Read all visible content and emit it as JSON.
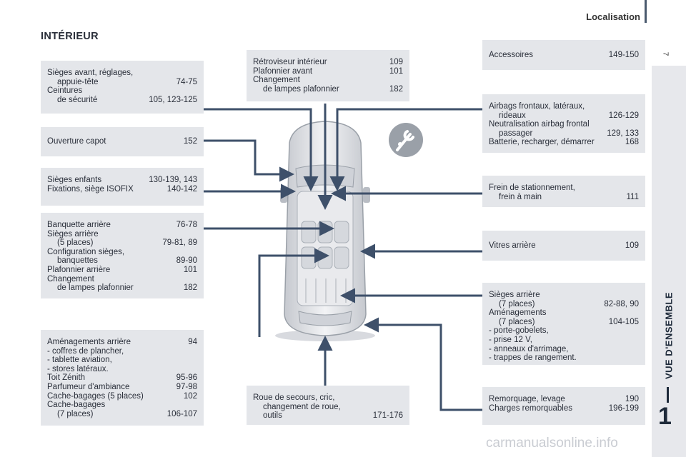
{
  "header": {
    "title": "Localisation"
  },
  "page_title": "INTÉRIEUR",
  "page_number": "7",
  "section": "VUE D'ENSEMBLE",
  "chapter": "1",
  "watermark": "carmanualsonline.info",
  "boxes": {
    "seats_front": [
      {
        "label": "Sièges avant, réglages,",
        "value": ""
      },
      {
        "label": "appuie-tête",
        "value": "74-75",
        "indent": true
      },
      {
        "label": "Ceintures",
        "value": ""
      },
      {
        "label": "de sécurité",
        "value": "105, 123-125",
        "indent": true
      }
    ],
    "hood": [
      {
        "label": "Ouverture capot",
        "value": "152"
      }
    ],
    "child_seats": [
      {
        "label": "Sièges enfants",
        "value": "130-139, 143"
      },
      {
        "label": "Fixations, siège ISOFIX",
        "value": "140-142"
      }
    ],
    "rear_bench": [
      {
        "label": "Banquette arrière",
        "value": "76-78"
      },
      {
        "label": "Sièges arrière",
        "value": ""
      },
      {
        "label": "(5 places)",
        "value": "79-81, 89",
        "indent": true
      },
      {
        "label": "Configuration sièges,",
        "value": ""
      },
      {
        "label": "banquettes",
        "value": "89-90",
        "indent": true
      },
      {
        "label": "Plafonnier arrière",
        "value": "101"
      },
      {
        "label": "Changement",
        "value": ""
      },
      {
        "label": "de lampes plafonnier",
        "value": "182",
        "indent": true
      }
    ],
    "rear_fittings": [
      {
        "label": "Aménagements arrière",
        "value": "94"
      },
      {
        "label": "-  coffres de plancher,",
        "value": ""
      },
      {
        "label": "-  tablette aviation,",
        "value": ""
      },
      {
        "label": "-  stores latéraux.",
        "value": ""
      },
      {
        "label": "Toit Zénith",
        "value": "95-96"
      },
      {
        "label": "Parfumeur d'ambiance",
        "value": "97-98"
      },
      {
        "label": "Cache-bagages (5 places)",
        "value": "102"
      },
      {
        "label": "Cache-bagages",
        "value": ""
      },
      {
        "label": "(7 places)",
        "value": "106-107",
        "indent": true
      }
    ],
    "mirror": [
      {
        "label": "Rétroviseur intérieur",
        "value": "109"
      },
      {
        "label": "Plafonnier avant",
        "value": "101"
      },
      {
        "label": "Changement",
        "value": ""
      },
      {
        "label": "de lampes plafonnier",
        "value": "182",
        "indent": true
      }
    ],
    "spare_wheel": [
      {
        "label": "Roue de secours, cric,",
        "value": ""
      },
      {
        "label": "changement de roue,",
        "value": "",
        "indent": true
      },
      {
        "label": "outils",
        "value": "171-176",
        "indent": true
      }
    ],
    "accessories": [
      {
        "label": "Accessoires",
        "value": "149-150"
      }
    ],
    "airbags": [
      {
        "label": "Airbags frontaux, latéraux,",
        "value": ""
      },
      {
        "label": "rideaux",
        "value": "126-129",
        "indent": true
      },
      {
        "label": "Neutralisation airbag frontal",
        "value": ""
      },
      {
        "label": "passager",
        "value": "129, 133",
        "indent": true
      },
      {
        "label": "Batterie, recharger, démarrer",
        "value": "168"
      }
    ],
    "parking_brake": [
      {
        "label": "Frein de stationnement,",
        "value": ""
      },
      {
        "label": "frein à main",
        "value": "111",
        "indent": true
      }
    ],
    "rear_windows": [
      {
        "label": "Vitres arrière",
        "value": "109"
      }
    ],
    "rear_seats_7": [
      {
        "label": "Sièges arrière",
        "value": ""
      },
      {
        "label": "(7 places)",
        "value": "82-88, 90",
        "indent": true
      },
      {
        "label": "Aménagements",
        "value": ""
      },
      {
        "label": "(7 places)",
        "value": "104-105",
        "indent": true
      },
      {
        "label": "-  porte-gobelets,",
        "value": ""
      },
      {
        "label": "-  prise 12 V,",
        "value": ""
      },
      {
        "label": "-  anneaux d'arrimage,",
        "value": ""
      },
      {
        "label": "-  trappes de rangement.",
        "value": ""
      }
    ],
    "towing": [
      {
        "label": "Remorquage, levage",
        "value": "190"
      },
      {
        "label": "Charges remorquables",
        "value": "196-199"
      }
    ]
  },
  "icons": {
    "car": "car-top-view-icon",
    "wrench": "wrench-service-icon"
  },
  "colors": {
    "box_bg": "#e4e6ea",
    "line": "#3e506a",
    "accent": "#1e2a3a"
  }
}
